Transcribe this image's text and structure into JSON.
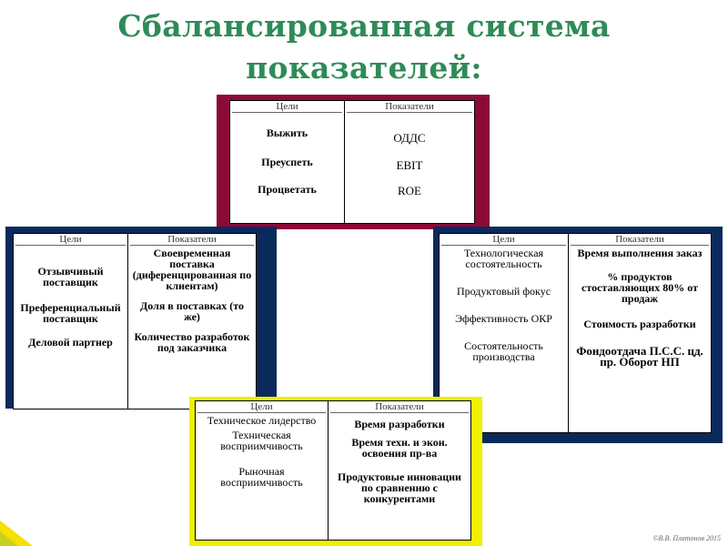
{
  "title_line1": "Сбалансированная система показателей:",
  "title_line2": "анализ",
  "colors": {
    "title": "#2e8b57",
    "top_frame": "#8b0a3a",
    "left_frame": "#0b2a5c",
    "right_frame": "#0b2a5c",
    "bottom_frame": "#f0f000",
    "corner": "#f5e000"
  },
  "top": {
    "goals_header": "Цели",
    "metrics_header": "Показатели",
    "goals": [
      "Выжить",
      "Преуспеть",
      "Процветать"
    ],
    "metrics": [
      "ОДДС",
      "EBIT",
      "ROE"
    ]
  },
  "left": {
    "goals_header": "Цели",
    "metrics_header": "Показатели",
    "goals": [
      "Отзывчивый поставщик",
      "Преференциальный поставщик",
      "Деловой партнер"
    ],
    "metrics": [
      "Своевременная поставка (диференцированная по клиентам)",
      "Доля в поставках (то же)",
      "Количество разработок под заказчика"
    ]
  },
  "right": {
    "goals_header": "Цели",
    "metrics_header": "Показатели",
    "goals": [
      "Технологическая состоятельность",
      "Продуктовый фокус",
      "Эффективность ОКР",
      "Состоятельность производства"
    ],
    "metrics": [
      "Время выполнения заказ",
      "% продуктов стоставляющих 80% от продаж",
      "Стоимость разработки",
      "Фондоотдача П.С.С. цд. пр. Оборот НП"
    ]
  },
  "bottom": {
    "goals_header": "Цели",
    "metrics_header": "Показатели",
    "goals": [
      "Техническое лидерство",
      "Техническая восприимчивость",
      "Рыночная восприимчивость"
    ],
    "metrics": [
      "Время разработки",
      "Время техн. и экон. освоения пр-ва",
      "Продуктовые инновации по сравнению с конкурентами"
    ]
  },
  "copyright": "©В.В. Платонов 2015"
}
